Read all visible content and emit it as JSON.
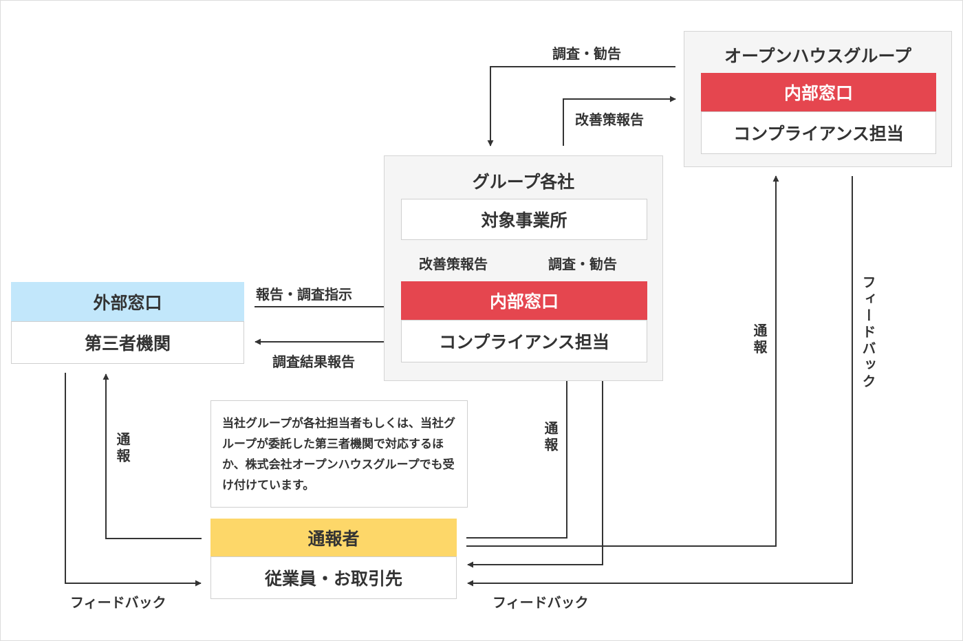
{
  "open_house_group": {
    "title": "オープンハウスグループ",
    "internal_desk": "内部窓口",
    "compliance": "コンプライアンス担当"
  },
  "group_companies": {
    "title": "グループ各社",
    "target_office": "対象事業所",
    "internal_desk": "内部窓口",
    "compliance": "コンプライアンス担当",
    "up_label": "改善策報告",
    "down_label": "調査・勧告"
  },
  "external_desk": {
    "header": "外部窓口",
    "body": "第三者機関"
  },
  "reporter": {
    "header": "通報者",
    "body": "従業員・お取引先"
  },
  "note": "当社グループが各社担当者もしくは、当社グループが委託した第三者機関で対応するほか、株式会社オープンハウスグループでも受け付けています。",
  "labels": {
    "investigation_recommendation_top": "調査・勧告",
    "improvement_report_top": "改善策報告",
    "report_investigation_instruction": "報告・調査指示",
    "investigation_result_report": "調査結果報告",
    "report_left": "通報",
    "report_mid": "通報",
    "report_right": "通報",
    "feedback_right_vertical": "フィードバック",
    "feedback_bottom_left": "フィードバック",
    "feedback_bottom_mid": "フィードバック"
  },
  "colors": {
    "internal_desk_red": "#e5464f",
    "external_blue": "#c2e7fb",
    "reporter_yellow": "#fdd769",
    "panel_gray": "#f5f5f5",
    "line": "#333333"
  }
}
